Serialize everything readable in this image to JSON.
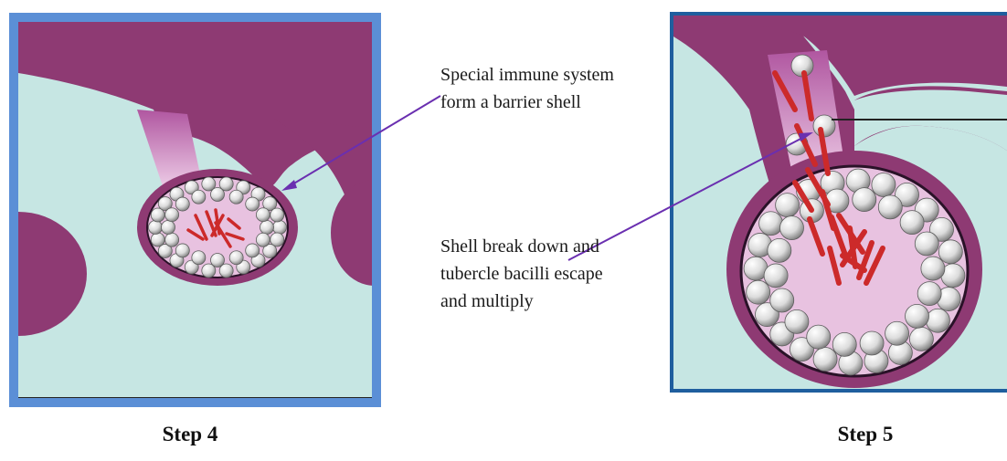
{
  "annotations": {
    "step4_note": "Special immune system form a barrier shell",
    "step5_note": "Shell break down and tubercle bacilli escape and multiply"
  },
  "panels": {
    "left_label": "Step 4",
    "right_label": "Step 5"
  },
  "colors": {
    "panel_background": "#c6e6e3",
    "tissue": "#8e3a73",
    "tissue_light": "#d79fcb",
    "bacilli": "#cc2a2a",
    "immune_cell": "#f2f2f2",
    "left_frame": "#5b8fd6",
    "right_frame": "#1f5e9e",
    "arrow": "#6a2fb0"
  },
  "icons": {
    "immune_cell": "white-sphere-icon",
    "bacillus": "red-rod-icon"
  }
}
